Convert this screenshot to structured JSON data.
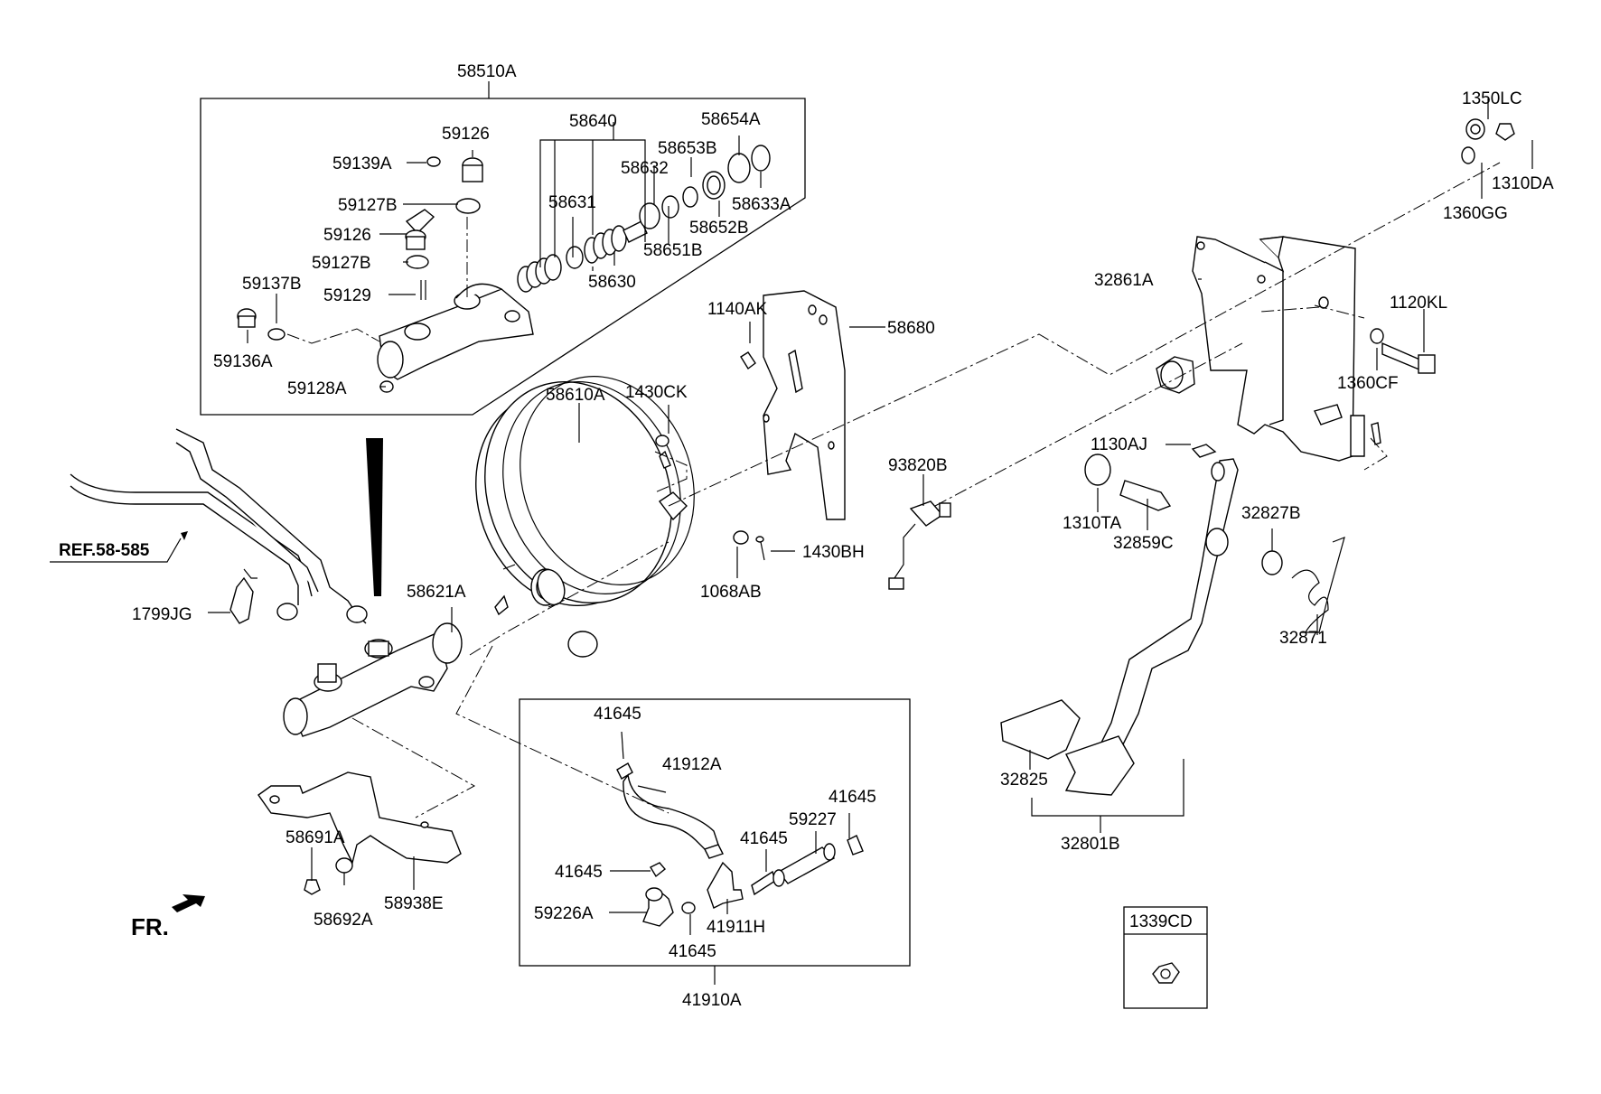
{
  "diagram": {
    "labels": {
      "l58510A": "58510A",
      "l59126a": "59126",
      "l59139A": "59139A",
      "l59127Ba": "59127B",
      "l59126b": "59126",
      "l59127Bb": "59127B",
      "l59137B": "59137B",
      "l59129": "59129",
      "l59136A": "59136A",
      "l59128A": "59128A",
      "l58640": "58640",
      "l58654A": "58654A",
      "l58653B": "58653B",
      "l58632": "58632",
      "l58631": "58631",
      "l58633A": "58633A",
      "l58652B": "58652B",
      "l58651B": "58651B",
      "l58630": "58630",
      "l58610A": "58610A",
      "l1430CK": "1430CK",
      "l1140AK": "1140AK",
      "l58680": "58680",
      "l93820B": "93820B",
      "l1068AB": "1068AB",
      "l1430BH": "1430BH",
      "lREF": "REF.58-585",
      "l1799JG": "1799JG",
      "l58621A": "58621A",
      "l1350LC": "1350LC",
      "l1310DA": "1310DA",
      "l1360GG": "1360GG",
      "l32861A": "32861A",
      "l1120KL": "1120KL",
      "l1360CF": "1360CF",
      "l1130AJ": "1130AJ",
      "l1310TA": "1310TA",
      "l32859C": "32859C",
      "l32827B": "32827B",
      "l32871": "32871",
      "l32825": "32825",
      "l32801B": "32801B",
      "l41645a": "41645",
      "l41912A": "41912A",
      "l41645b": "41645",
      "l59227": "59227",
      "l41645c": "41645",
      "l41645d": "41645",
      "l59226A": "59226A",
      "l41911H": "41911H",
      "l41645e": "41645",
      "l41910A": "41910A",
      "l58691A": "58691A",
      "l58692A": "58692A",
      "l58938E": "58938E",
      "l1339CD": "1339CD",
      "lFR": "FR."
    }
  }
}
